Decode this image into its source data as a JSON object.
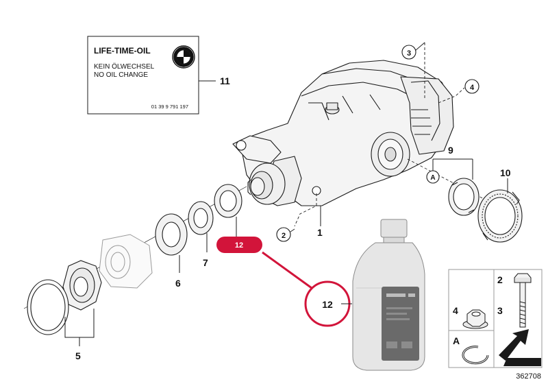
{
  "label_card": {
    "title": "LIFE-TIME-OIL",
    "line1": "KEIN ÖLWECHSEL",
    "line2": "NO OIL CHANGE",
    "part_number": "01 39 9 791 197"
  },
  "callouts": {
    "c1": "1",
    "c2": "2",
    "c3": "3",
    "c4": "4",
    "c5": "5",
    "c6": "6",
    "c7": "7",
    "c9": "9",
    "c10": "10",
    "c11": "11",
    "c12_badge": "12",
    "c12_circle": "12",
    "cA": "A"
  },
  "legend": {
    "bolt_num": "2",
    "nut_num": "4",
    "nut_alt_num": "3",
    "ring_letter": "A"
  },
  "footer": {
    "diagram_id": "362708"
  },
  "colors": {
    "highlight": "#d2143a",
    "line": "#1a1a1a",
    "part_fill": "#f2f2f2",
    "bottle_fill": "#e6e6e6"
  }
}
